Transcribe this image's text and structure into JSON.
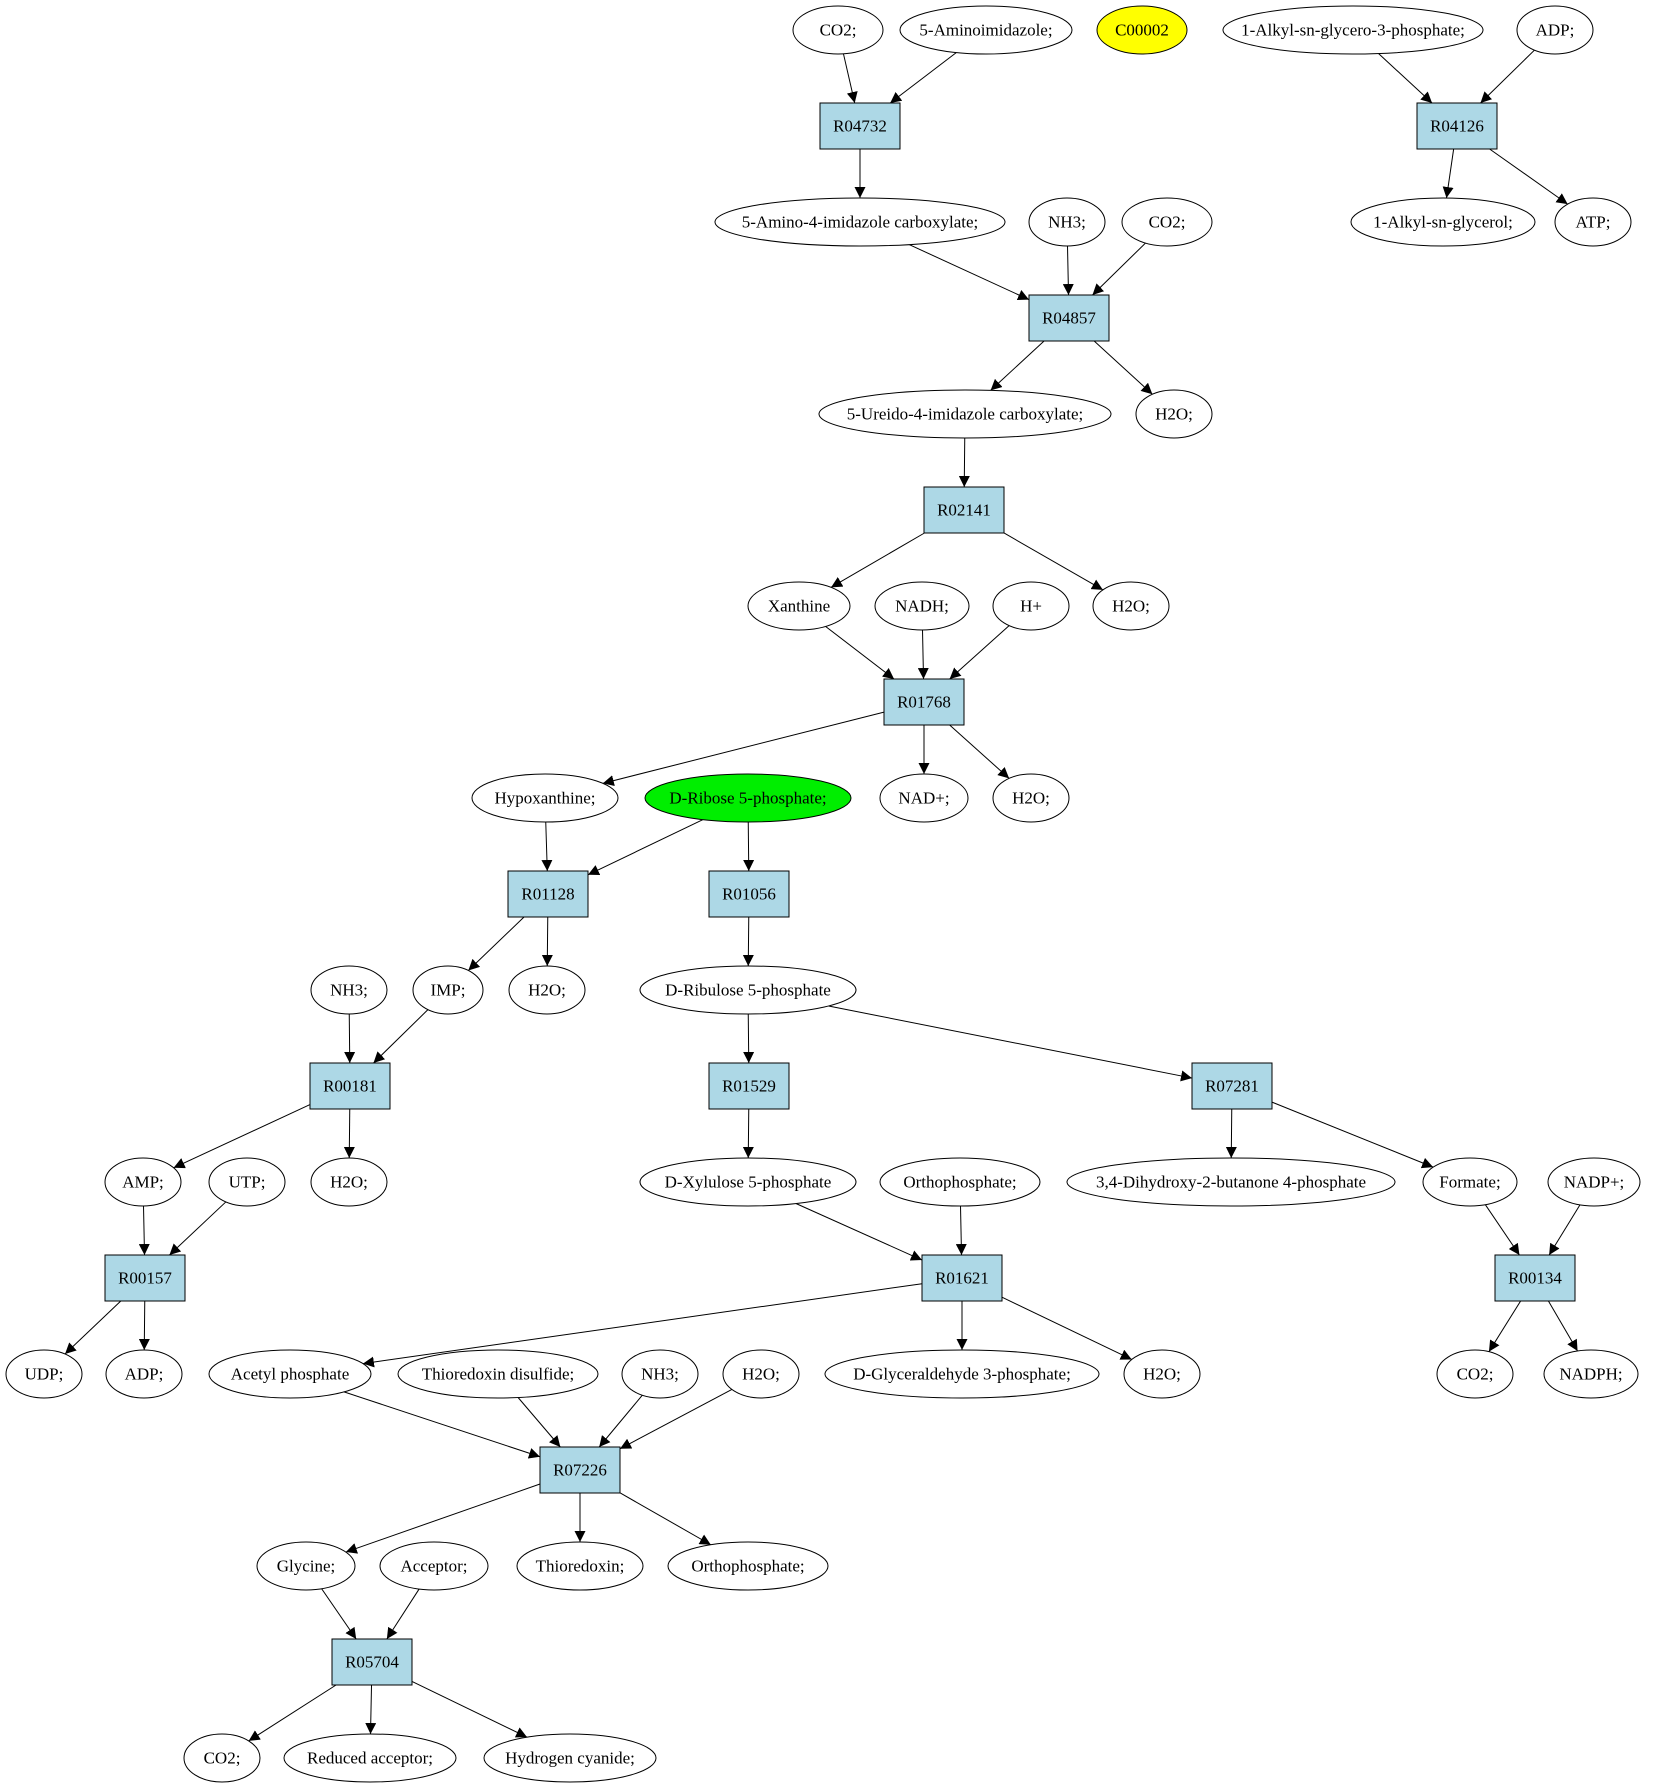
{
  "colors": {
    "reaction_fill": "#add8e6",
    "compound_fill": "#ffffff",
    "target_fill": "#ffff00",
    "source_fill": "#00ee00",
    "stroke": "#000000"
  },
  "nodes": [
    {
      "id": "c_co2_a",
      "kind": "compound",
      "label": "CO2;"
    },
    {
      "id": "c_aminoimidazole",
      "kind": "compound",
      "label": "5-Aminoimidazole;"
    },
    {
      "id": "c_c00002",
      "kind": "compound",
      "label": "C00002",
      "highlight": "target"
    },
    {
      "id": "c_alkyl_g3p",
      "kind": "compound",
      "label": "1-Alkyl-sn-glycero-3-phosphate;"
    },
    {
      "id": "c_adp_a",
      "kind": "compound",
      "label": "ADP;"
    },
    {
      "id": "r_R04732",
      "kind": "reaction",
      "label": "R04732"
    },
    {
      "id": "r_R04126",
      "kind": "reaction",
      "label": "R04126"
    },
    {
      "id": "c_amino_carbox",
      "kind": "compound",
      "label": "5-Amino-4-imidazole carboxylate;"
    },
    {
      "id": "c_nh3_a",
      "kind": "compound",
      "label": "NH3;"
    },
    {
      "id": "c_co2_b",
      "kind": "compound",
      "label": "CO2;"
    },
    {
      "id": "c_alkyl_glycerol",
      "kind": "compound",
      "label": "1-Alkyl-sn-glycerol;"
    },
    {
      "id": "c_atp",
      "kind": "compound",
      "label": "ATP;"
    },
    {
      "id": "r_R04857",
      "kind": "reaction",
      "label": "R04857"
    },
    {
      "id": "c_ureido",
      "kind": "compound",
      "label": "5-Ureido-4-imidazole carboxylate;"
    },
    {
      "id": "c_h2o_a",
      "kind": "compound",
      "label": "H2O;"
    },
    {
      "id": "r_R02141",
      "kind": "reaction",
      "label": "R02141"
    },
    {
      "id": "c_xanthine",
      "kind": "compound",
      "label": "Xanthine"
    },
    {
      "id": "c_nadh",
      "kind": "compound",
      "label": "NADH;"
    },
    {
      "id": "c_hplus",
      "kind": "compound",
      "label": "H+"
    },
    {
      "id": "c_h2o_b",
      "kind": "compound",
      "label": "H2O;"
    },
    {
      "id": "r_R01768",
      "kind": "reaction",
      "label": "R01768"
    },
    {
      "id": "c_hypoxanthine",
      "kind": "compound",
      "label": "Hypoxanthine;"
    },
    {
      "id": "c_ribose5p",
      "kind": "compound",
      "label": "D-Ribose 5-phosphate;",
      "highlight": "source"
    },
    {
      "id": "c_nadplus",
      "kind": "compound",
      "label": "NAD+;"
    },
    {
      "id": "c_h2o_c",
      "kind": "compound",
      "label": "H2O;"
    },
    {
      "id": "r_R01128",
      "kind": "reaction",
      "label": "R01128"
    },
    {
      "id": "r_R01056",
      "kind": "reaction",
      "label": "R01056"
    },
    {
      "id": "c_nh3_b",
      "kind": "compound",
      "label": "NH3;"
    },
    {
      "id": "c_imp",
      "kind": "compound",
      "label": "IMP;"
    },
    {
      "id": "c_h2o_d",
      "kind": "compound",
      "label": "H2O;"
    },
    {
      "id": "c_ribulose5p",
      "kind": "compound",
      "label": "D-Ribulose 5-phosphate"
    },
    {
      "id": "r_R00181",
      "kind": "reaction",
      "label": "R00181"
    },
    {
      "id": "r_R01529",
      "kind": "reaction",
      "label": "R01529"
    },
    {
      "id": "r_R07281",
      "kind": "reaction",
      "label": "R07281"
    },
    {
      "id": "c_amp",
      "kind": "compound",
      "label": "AMP;"
    },
    {
      "id": "c_utp",
      "kind": "compound",
      "label": "UTP;"
    },
    {
      "id": "c_h2o_e",
      "kind": "compound",
      "label": "H2O;"
    },
    {
      "id": "c_xylulose5p",
      "kind": "compound",
      "label": "D-Xylulose 5-phosphate"
    },
    {
      "id": "c_orthophosphate_a",
      "kind": "compound",
      "label": "Orthophosphate;"
    },
    {
      "id": "c_dihydroxybutanone",
      "kind": "compound",
      "label": "3,4-Dihydroxy-2-butanone 4-phosphate"
    },
    {
      "id": "c_formate",
      "kind": "compound",
      "label": "Formate;"
    },
    {
      "id": "c_nadpplus",
      "kind": "compound",
      "label": "NADP+;"
    },
    {
      "id": "r_R00157",
      "kind": "reaction",
      "label": "R00157"
    },
    {
      "id": "r_R01621",
      "kind": "reaction",
      "label": "R01621"
    },
    {
      "id": "r_R00134",
      "kind": "reaction",
      "label": "R00134"
    },
    {
      "id": "c_udp",
      "kind": "compound",
      "label": "UDP;"
    },
    {
      "id": "c_adp_b",
      "kind": "compound",
      "label": "ADP;"
    },
    {
      "id": "c_acetylp",
      "kind": "compound",
      "label": "Acetyl phosphate"
    },
    {
      "id": "c_thioredoxin_disulfide",
      "kind": "compound",
      "label": "Thioredoxin disulfide;"
    },
    {
      "id": "c_nh3_c",
      "kind": "compound",
      "label": "NH3;"
    },
    {
      "id": "c_h2o_f",
      "kind": "compound",
      "label": "H2O;"
    },
    {
      "id": "c_g3p",
      "kind": "compound",
      "label": "D-Glyceraldehyde 3-phosphate;"
    },
    {
      "id": "c_h2o_g",
      "kind": "compound",
      "label": "H2O;"
    },
    {
      "id": "c_co2_c",
      "kind": "compound",
      "label": "CO2;"
    },
    {
      "id": "c_nadph",
      "kind": "compound",
      "label": "NADPH;"
    },
    {
      "id": "r_R07226",
      "kind": "reaction",
      "label": "R07226"
    },
    {
      "id": "c_glycine",
      "kind": "compound",
      "label": "Glycine;"
    },
    {
      "id": "c_acceptor",
      "kind": "compound",
      "label": "Acceptor;"
    },
    {
      "id": "c_thioredoxin",
      "kind": "compound",
      "label": "Thioredoxin;"
    },
    {
      "id": "c_orthophosphate_b",
      "kind": "compound",
      "label": "Orthophosphate;"
    },
    {
      "id": "r_R05704",
      "kind": "reaction",
      "label": "R05704"
    },
    {
      "id": "c_co2_d",
      "kind": "compound",
      "label": "CO2;"
    },
    {
      "id": "c_reduced_acceptor",
      "kind": "compound",
      "label": "Reduced acceptor;"
    },
    {
      "id": "c_hcn",
      "kind": "compound",
      "label": "Hydrogen cyanide;"
    }
  ],
  "edges": [
    [
      "c_co2_a",
      "r_R04732"
    ],
    [
      "c_aminoimidazole",
      "r_R04732"
    ],
    [
      "r_R04732",
      "c_amino_carbox"
    ],
    [
      "c_alkyl_g3p",
      "r_R04126"
    ],
    [
      "c_adp_a",
      "r_R04126"
    ],
    [
      "r_R04126",
      "c_alkyl_glycerol"
    ],
    [
      "r_R04126",
      "c_atp"
    ],
    [
      "c_amino_carbox",
      "r_R04857"
    ],
    [
      "c_nh3_a",
      "r_R04857"
    ],
    [
      "c_co2_b",
      "r_R04857"
    ],
    [
      "r_R04857",
      "c_ureido"
    ],
    [
      "r_R04857",
      "c_h2o_a"
    ],
    [
      "c_ureido",
      "r_R02141"
    ],
    [
      "r_R02141",
      "c_xanthine"
    ],
    [
      "r_R02141",
      "c_h2o_b"
    ],
    [
      "c_xanthine",
      "r_R01768"
    ],
    [
      "c_nadh",
      "r_R01768"
    ],
    [
      "c_hplus",
      "r_R01768"
    ],
    [
      "r_R01768",
      "c_hypoxanthine"
    ],
    [
      "r_R01768",
      "c_nadplus"
    ],
    [
      "r_R01768",
      "c_h2o_c"
    ],
    [
      "c_hypoxanthine",
      "r_R01128"
    ],
    [
      "c_ribose5p",
      "r_R01128"
    ],
    [
      "c_ribose5p",
      "r_R01056"
    ],
    [
      "r_R01128",
      "c_imp"
    ],
    [
      "r_R01128",
      "c_h2o_d"
    ],
    [
      "r_R01056",
      "c_ribulose5p"
    ],
    [
      "c_nh3_b",
      "r_R00181"
    ],
    [
      "c_imp",
      "r_R00181"
    ],
    [
      "r_R00181",
      "c_amp"
    ],
    [
      "r_R00181",
      "c_h2o_e"
    ],
    [
      "c_ribulose5p",
      "r_R01529"
    ],
    [
      "c_ribulose5p",
      "r_R07281"
    ],
    [
      "r_R01529",
      "c_xylulose5p"
    ],
    [
      "r_R07281",
      "c_dihydroxybutanone"
    ],
    [
      "r_R07281",
      "c_formate"
    ],
    [
      "c_amp",
      "r_R00157"
    ],
    [
      "c_utp",
      "r_R00157"
    ],
    [
      "r_R00157",
      "c_udp"
    ],
    [
      "r_R00157",
      "c_adp_b"
    ],
    [
      "c_xylulose5p",
      "r_R01621"
    ],
    [
      "c_orthophosphate_a",
      "r_R01621"
    ],
    [
      "r_R01621",
      "c_acetylp"
    ],
    [
      "r_R01621",
      "c_g3p"
    ],
    [
      "r_R01621",
      "c_h2o_g"
    ],
    [
      "c_formate",
      "r_R00134"
    ],
    [
      "c_nadpplus",
      "r_R00134"
    ],
    [
      "r_R00134",
      "c_co2_c"
    ],
    [
      "r_R00134",
      "c_nadph"
    ],
    [
      "c_acetylp",
      "r_R07226"
    ],
    [
      "c_thioredoxin_disulfide",
      "r_R07226"
    ],
    [
      "c_nh3_c",
      "r_R07226"
    ],
    [
      "c_h2o_f",
      "r_R07226"
    ],
    [
      "r_R07226",
      "c_glycine"
    ],
    [
      "r_R07226",
      "c_thioredoxin"
    ],
    [
      "r_R07226",
      "c_orthophosphate_b"
    ],
    [
      "c_glycine",
      "r_R05704"
    ],
    [
      "c_acceptor",
      "r_R05704"
    ],
    [
      "r_R05704",
      "c_co2_d"
    ],
    [
      "r_R05704",
      "c_reduced_acceptor"
    ],
    [
      "r_R05704",
      "c_hcn"
    ]
  ]
}
